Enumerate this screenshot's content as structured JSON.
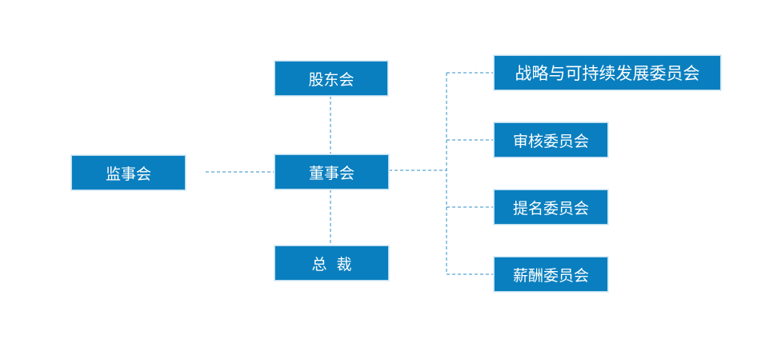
{
  "diagram": {
    "nodes": {
      "shareholders": "股东会",
      "board": "董事会",
      "supervisors": "监事会",
      "president": "总  裁",
      "strategy_committee": "战略与可持续发展委员会",
      "audit_committee": "审核委员会",
      "nomination_committee": "提名委员会",
      "remuneration_committee": "薪酬委员会"
    },
    "colors": {
      "node_fill": "#0a7fbf",
      "node_border": "#b9dbee",
      "node_text": "#ffffff",
      "connector": "#2f8fc9"
    },
    "connector_style": "dashed"
  }
}
